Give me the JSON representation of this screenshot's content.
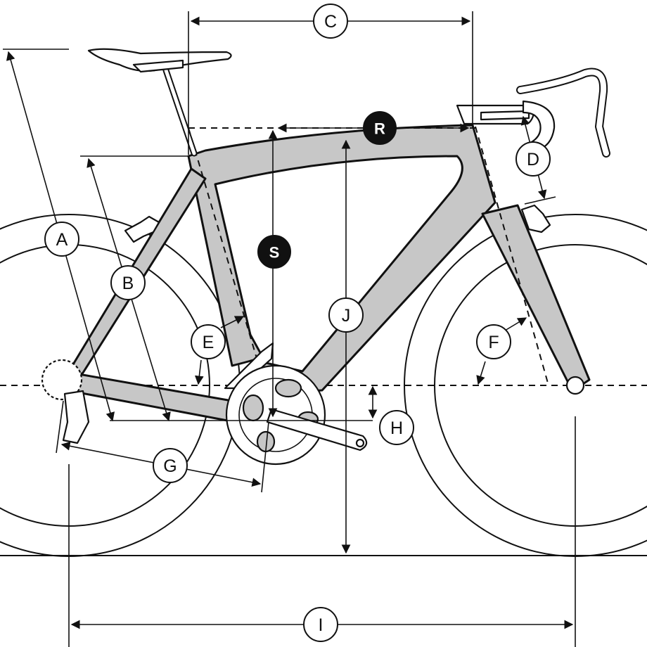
{
  "labels": {
    "a": "A",
    "b": "B",
    "c": "C",
    "d": "D",
    "e": "E",
    "f": "F",
    "g": "G",
    "h": "H",
    "i": "I",
    "j": "J",
    "r": "R",
    "s": "S"
  },
  "colors": {
    "frame_fill": "#c7c7c7",
    "line": "#111111",
    "background": "#ffffff"
  }
}
